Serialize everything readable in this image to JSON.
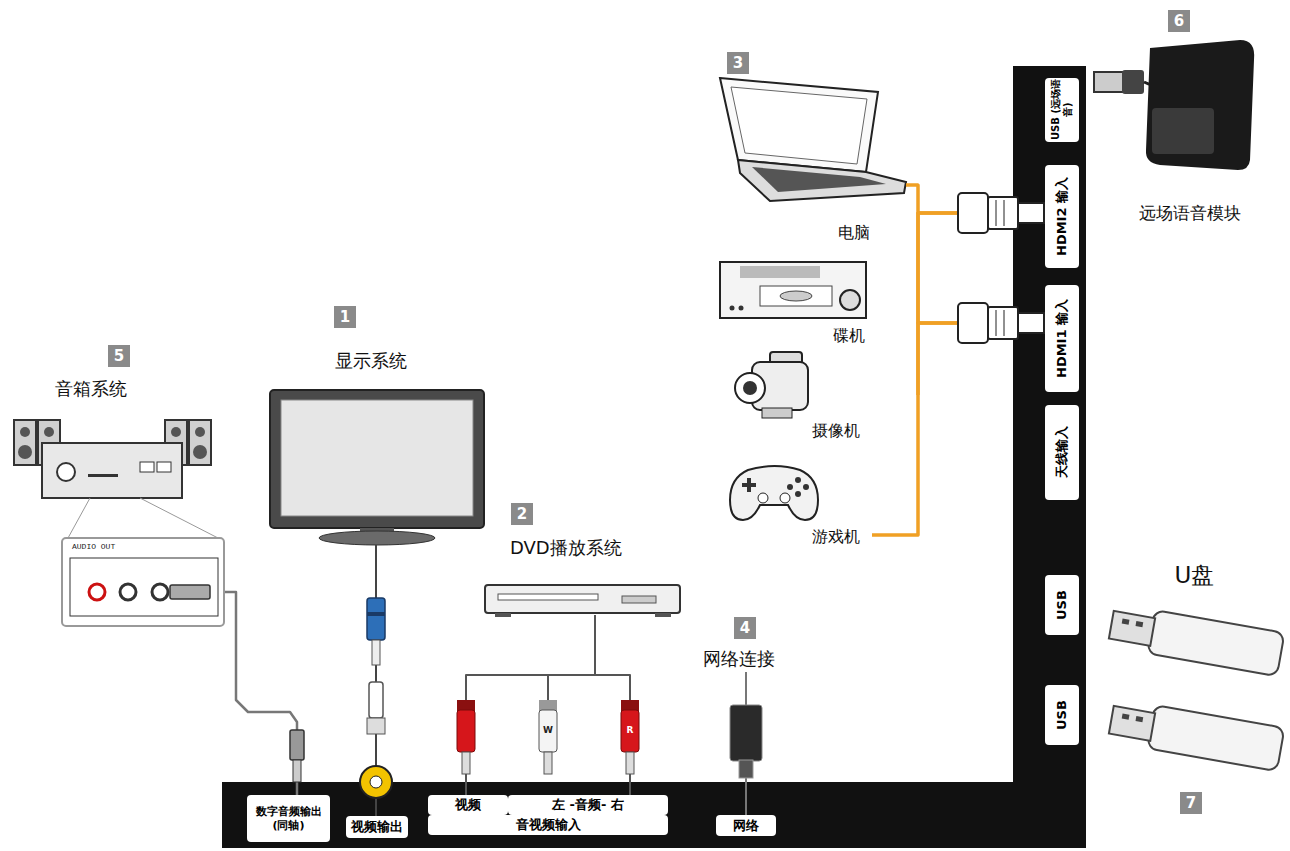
{
  "diagram": {
    "nodes": [
      {
        "text": [
          "电脑"
        ]
      },
      {
        "text": [
          "碟机"
        ]
      },
      {
        "text": [
          "摄像机"
        ]
      },
      {
        "text": [
          "游戏机"
        ]
      },
      {
        "text": [
          "远场语音模块"
        ]
      },
      {
        "text": [
          "音箱系统"
        ]
      },
      {
        "text": [
          "显示系统"
        ]
      },
      {
        "text": [
          "DVD播放系统"
        ]
      },
      {
        "text": [
          "网络连接"
        ]
      },
      {
        "text": [
          "U盘"
        ]
      },
      {
        "text": [
          "USB (远场语音)"
        ]
      },
      {
        "text": [
          "HDMI2 输入"
        ]
      },
      {
        "text": [
          "HDMI1 输入"
        ]
      },
      {
        "text": [
          "天线输入"
        ]
      },
      {
        "text": [
          "USB"
        ]
      },
      {
        "text": [
          "USB"
        ]
      },
      {
        "text": [
          "数字音频输出 (同轴)"
        ]
      },
      {
        "text": [
          "视频输出"
        ]
      },
      {
        "text": [
          "视频"
        ]
      },
      {
        "text": [
          "左 -音频- 右"
        ]
      },
      {
        "text": [
          "音视频输入"
        ]
      },
      {
        "text": [
          "网络"
        ]
      }
    ],
    "edges": [
      {
        "from": 5,
        "to": 16,
        "arrow": "none"
      },
      {
        "from": 6,
        "to": 17,
        "arrow": "none"
      },
      {
        "from": 7,
        "to": 18,
        "arrow": "none"
      },
      {
        "from": 7,
        "to": 19,
        "arrow": "none"
      },
      {
        "from": 8,
        "to": 21,
        "arrow": "none"
      },
      {
        "from": 0,
        "to": 11,
        "arrow": "none"
      },
      {
        "from": 0,
        "to": 12,
        "arrow": "none"
      },
      {
        "from": 1,
        "to": 11,
        "arrow": "none"
      },
      {
        "from": 1,
        "to": 12,
        "arrow": "none"
      },
      {
        "from": 2,
        "to": 11,
        "arrow": "none"
      },
      {
        "from": 2,
        "to": 12,
        "arrow": "none"
      },
      {
        "from": 3,
        "to": 11,
        "arrow": "none"
      },
      {
        "from": 3,
        "to": 12,
        "arrow": "none"
      }
    ],
    "labels": [
      "1",
      "2",
      "3",
      "4",
      "5",
      "6",
      "7",
      "W",
      "R",
      "AUDIO OUT"
    ]
  }
}
